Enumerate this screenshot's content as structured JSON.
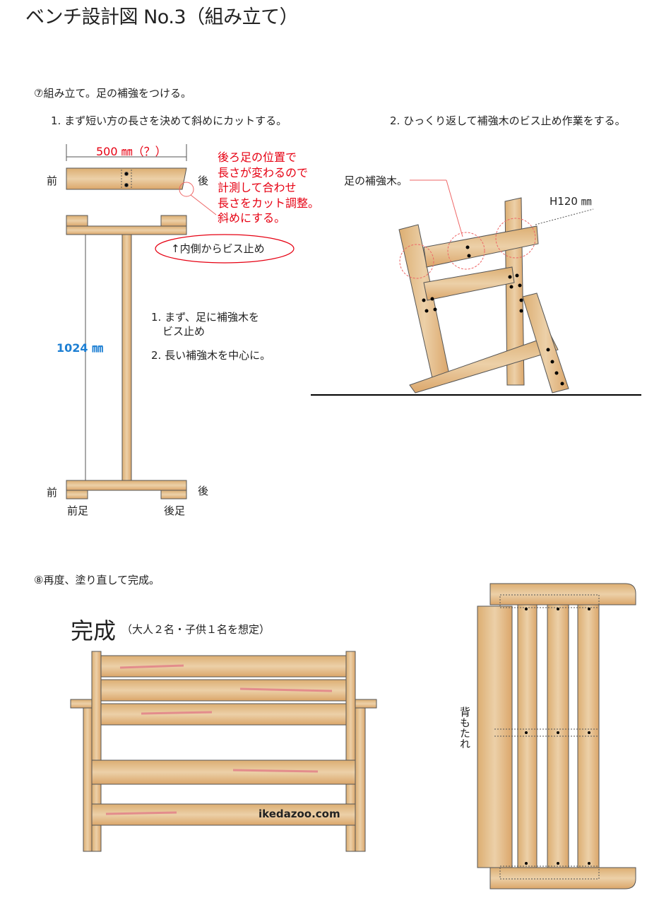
{
  "title": "ベンチ設計図 No.3（組み立て）",
  "step7": {
    "heading": "⑦組み立て。足の補強をつける。",
    "sub1": "1. まず短い方の長さを決めて斜めにカットする。",
    "sub2": "2. ひっくり返して補強木のビス止め作業をする。",
    "dimension_top": "500 ㎜（？）",
    "front": "前",
    "back": "後",
    "red_note": [
      "後ろ足の位置で",
      "長さが変わるので",
      "計測して合わせ",
      "長さをカット調整。",
      "斜めにする。"
    ],
    "screw_note": "↑内側からビス止め",
    "height_dim": "1024 ㎜",
    "instr1a": "1. まず、足に補強木を",
    "instr1b": "ビス止め",
    "instr2": "2. 長い補強木を中心に。",
    "front_leg": "前足",
    "back_leg": "後足",
    "brace_label": "足の補強木。",
    "h_dim": "H120 ㎜"
  },
  "step8": {
    "heading": "⑧再度、塗り直して完成。",
    "done": "完成",
    "done_note": "（大人２名・子供１名を想定）",
    "backrest": "背もたれ",
    "watermark": "ikedazoo.com"
  },
  "colors": {
    "wood": "#dcae72",
    "wood_light": "#ecd0a8",
    "streak": "#e38c8c",
    "red": "#e60012",
    "blue": "#1d7fd3"
  }
}
